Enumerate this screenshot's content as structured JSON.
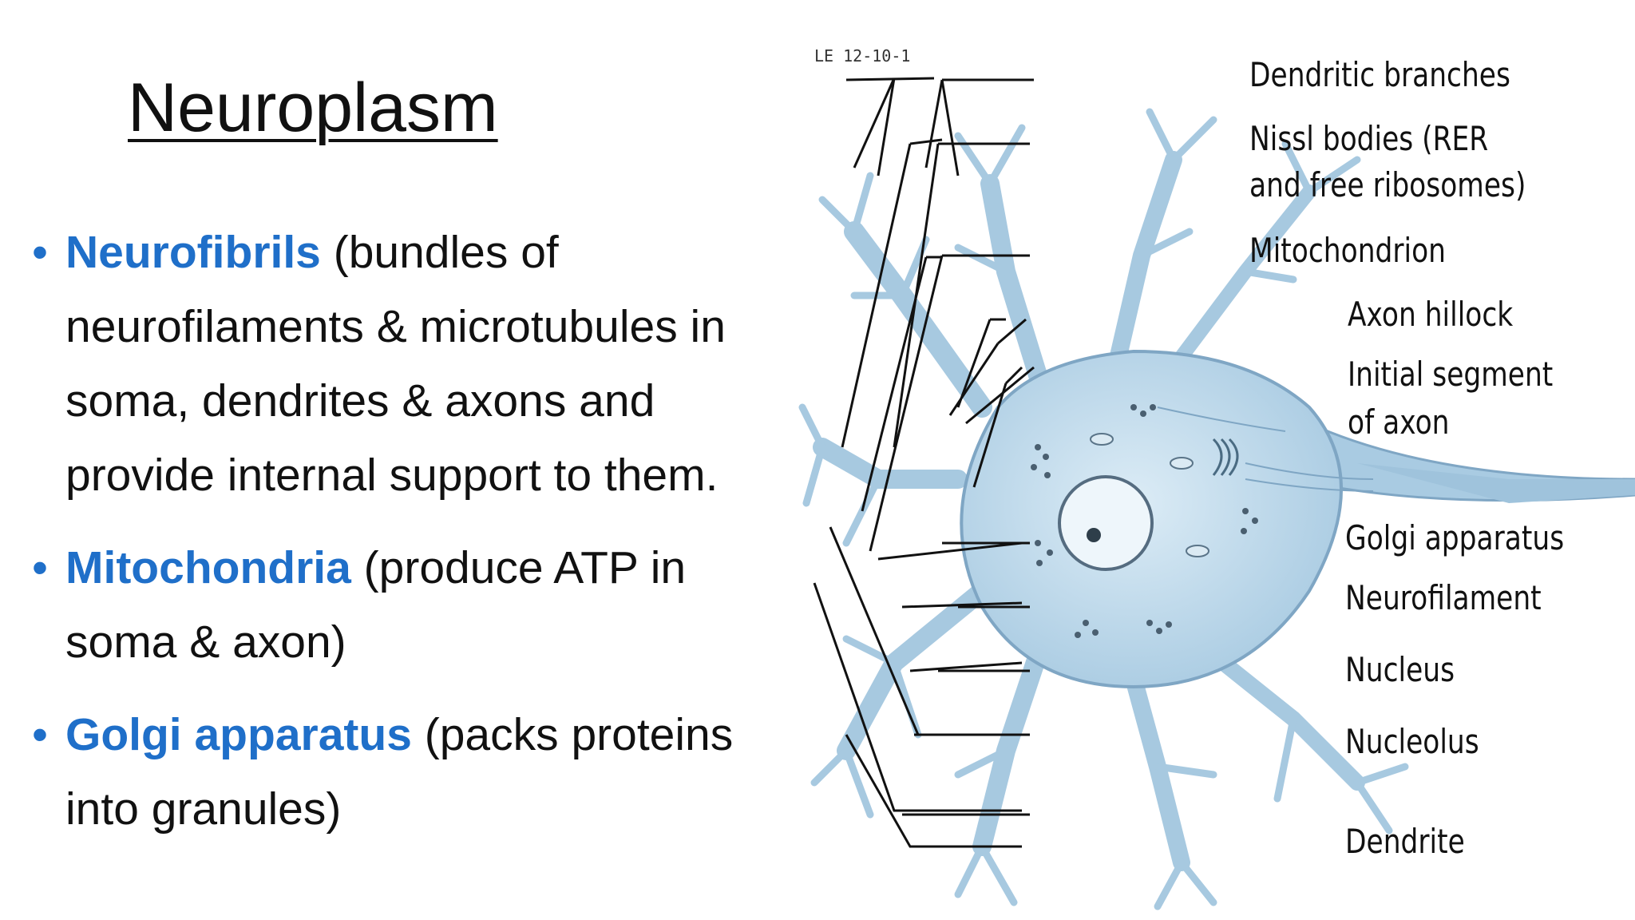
{
  "slide": {
    "title": "Neuroplasm",
    "bullets": [
      {
        "term": "Neurofibrils",
        "text": " (bundles of neurofilaments & microtubules in soma, dendrites & axons and provide internal support to them."
      },
      {
        "term": "Mitochondria",
        "text": " (produce ATP in soma & axon)"
      },
      {
        "term": "Golgi apparatus",
        "text": " (packs proteins into granules)"
      }
    ]
  },
  "figure": {
    "code": "LE 12-10-1",
    "labels": {
      "dendritic_branches": "Dendritic branches",
      "nissl_line1": "Nissl bodies (RER",
      "nissl_line2": "and free ribosomes)",
      "mitochondrion": "Mitochondrion",
      "axon_hillock": "Axon hillock",
      "initial_line1": "Initial segment",
      "initial_line2": "of axon",
      "golgi": "Golgi apparatus",
      "neurofilament": "Neurofilament",
      "nucleus": "Nucleus",
      "nucleolus": "Nucleolus",
      "dendrite": "Dendrite"
    }
  },
  "colors": {
    "accent": "#1f6fc9",
    "cell_fill": "#c7dfee",
    "cell_stroke": "#7fa6c4"
  }
}
